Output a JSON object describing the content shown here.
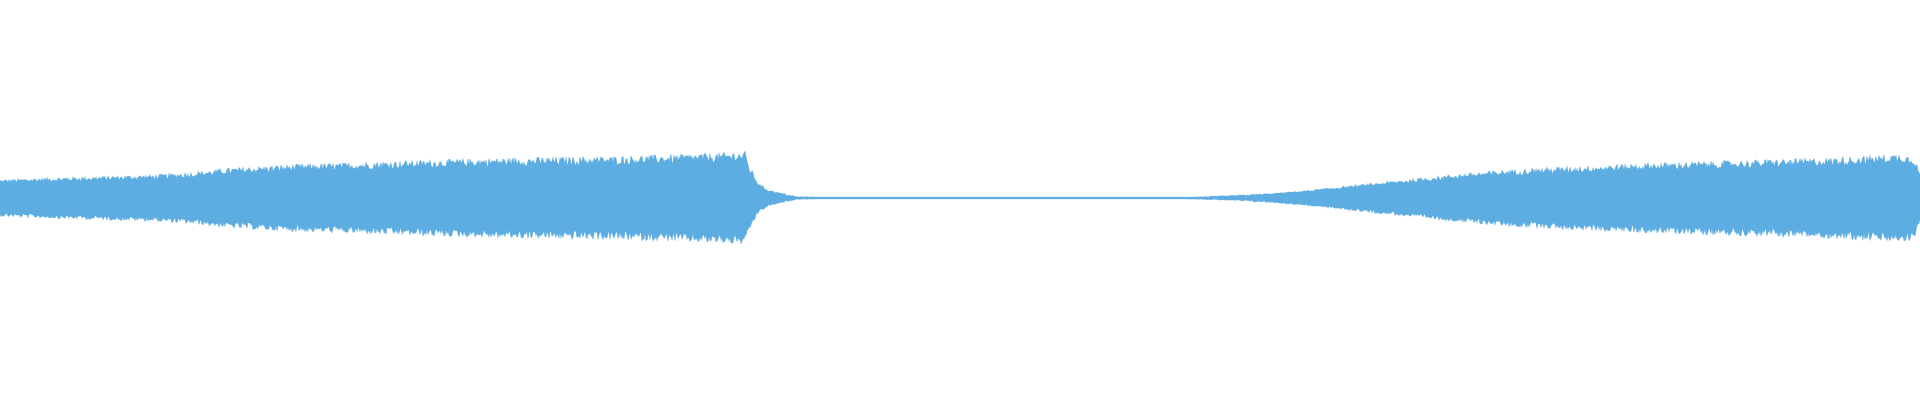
{
  "waveform": {
    "color": "#5dade2",
    "background": "#ffffff",
    "envelope": [
      [
        0.0,
        0.22
      ],
      [
        0.02,
        0.24
      ],
      [
        0.05,
        0.26
      ],
      [
        0.08,
        0.28
      ],
      [
        0.1,
        0.31
      ],
      [
        0.12,
        0.36
      ],
      [
        0.15,
        0.4
      ],
      [
        0.18,
        0.42
      ],
      [
        0.2,
        0.44
      ],
      [
        0.23,
        0.46
      ],
      [
        0.26,
        0.48
      ],
      [
        0.29,
        0.49
      ],
      [
        0.32,
        0.5
      ],
      [
        0.35,
        0.52
      ],
      [
        0.375,
        0.54
      ],
      [
        0.388,
        0.56
      ],
      [
        0.39,
        0.4
      ],
      [
        0.395,
        0.18
      ],
      [
        0.4,
        0.1
      ],
      [
        0.41,
        0.04
      ],
      [
        0.415,
        0.015
      ],
      [
        0.43,
        0.008
      ],
      [
        0.47,
        0.006
      ],
      [
        0.52,
        0.005
      ],
      [
        0.56,
        0.005
      ],
      [
        0.6,
        0.006
      ],
      [
        0.62,
        0.01
      ],
      [
        0.64,
        0.025
      ],
      [
        0.66,
        0.05
      ],
      [
        0.68,
        0.09
      ],
      [
        0.7,
        0.14
      ],
      [
        0.72,
        0.19
      ],
      [
        0.74,
        0.24
      ],
      [
        0.76,
        0.29
      ],
      [
        0.78,
        0.33
      ],
      [
        0.8,
        0.36
      ],
      [
        0.83,
        0.39
      ],
      [
        0.86,
        0.42
      ],
      [
        0.89,
        0.44
      ],
      [
        0.92,
        0.46
      ],
      [
        0.95,
        0.48
      ],
      [
        0.975,
        0.51
      ],
      [
        0.99,
        0.53
      ],
      [
        0.997,
        0.5
      ],
      [
        1.0,
        0.3
      ]
    ]
  }
}
